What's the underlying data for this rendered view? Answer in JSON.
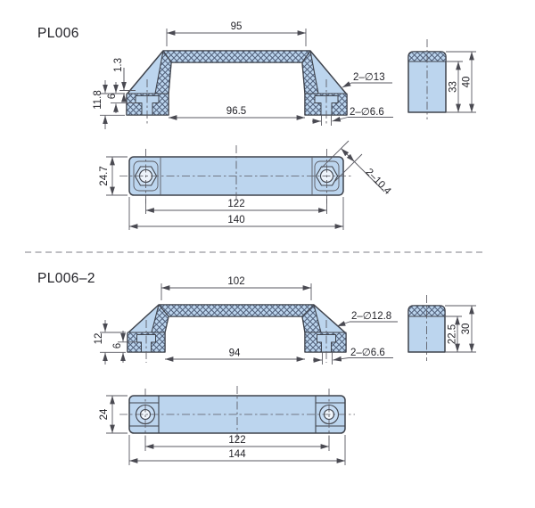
{
  "sheet": {
    "background": "#ffffff"
  },
  "colors": {
    "part_fill": "#bcd5ee",
    "hatch_line": "#51607a",
    "outline": "#3f434c",
    "dimension_line": "#5a5a62",
    "text": "#24242a",
    "separator": "#97979e"
  },
  "part1": {
    "title": "PL006",
    "front_view": {
      "top_width": "95",
      "step_height": "1.3",
      "foot_height": "11.8",
      "counterbore_depth": "6",
      "top_hole_label": "2–∅13",
      "bottom_width": "96.5",
      "bottom_hole_label": "2–∅6.6"
    },
    "side_view": {
      "inner_height": "33",
      "overall_height": "40"
    },
    "top_view": {
      "width": "24.7",
      "hole_spacing": "122",
      "overall_length": "140",
      "hex_socket_label": "2–10.4"
    }
  },
  "part2": {
    "title": "PL006–2",
    "front_view": {
      "top_width": "102",
      "foot_height": "12",
      "counterbore_depth": "6",
      "top_hole_label": "2–∅12.8",
      "bottom_width": "94",
      "bottom_hole_label": "2–∅6.6"
    },
    "side_view": {
      "inner_height": "22.5",
      "overall_height": "30"
    },
    "top_view": {
      "width": "24",
      "hole_spacing": "122",
      "overall_length": "144"
    }
  }
}
